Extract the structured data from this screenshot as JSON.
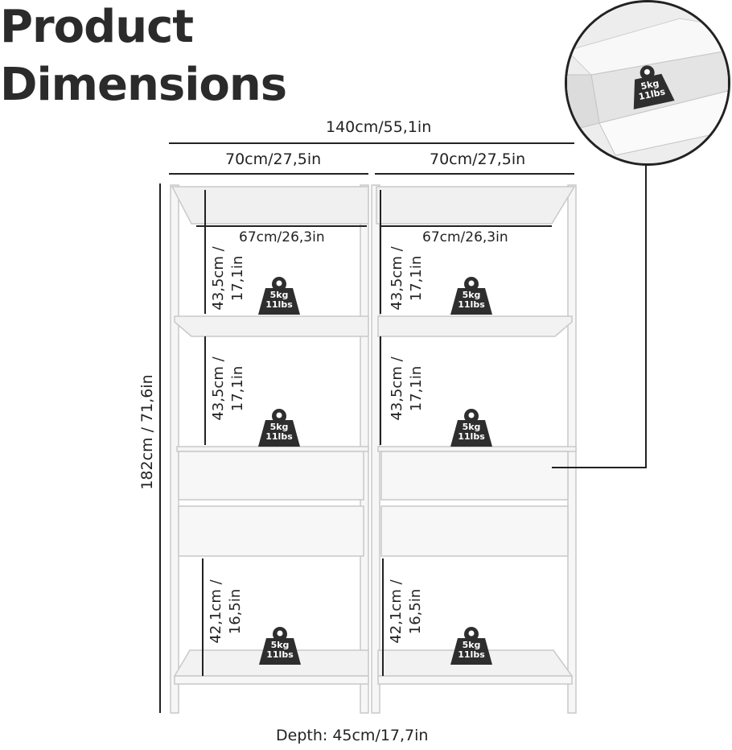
{
  "title": {
    "line1": "Product",
    "line2": "Dimensions"
  },
  "dimensions": {
    "total_width": "140cm/55,1in",
    "unit_width_left": "70cm/27,5in",
    "unit_width_right": "70cm/27,5in",
    "inner_width_left": "67cm/26,3in",
    "inner_width_right": "67cm/26,3in",
    "height": "182cm / 71,6in",
    "top_shelf": {
      "cm": "43,5cm /",
      "in": "17,1in"
    },
    "mid_shelf": {
      "cm": "43,5cm /",
      "in": "17,1in"
    },
    "bottom_shelf": {
      "cm": "42,1cm /",
      "in": "16,5in"
    },
    "depth": "Depth: 45cm/17,7in"
  },
  "weight_badge": {
    "kg": "5kg",
    "lbs": "11lbs"
  },
  "drawer_detail_badge": {
    "kg": "5kg",
    "lbs": "11lbs"
  },
  "colors": {
    "badge": "#2e2e2e",
    "text": "#222222",
    "shelf_edge": "#cfcfcf"
  }
}
